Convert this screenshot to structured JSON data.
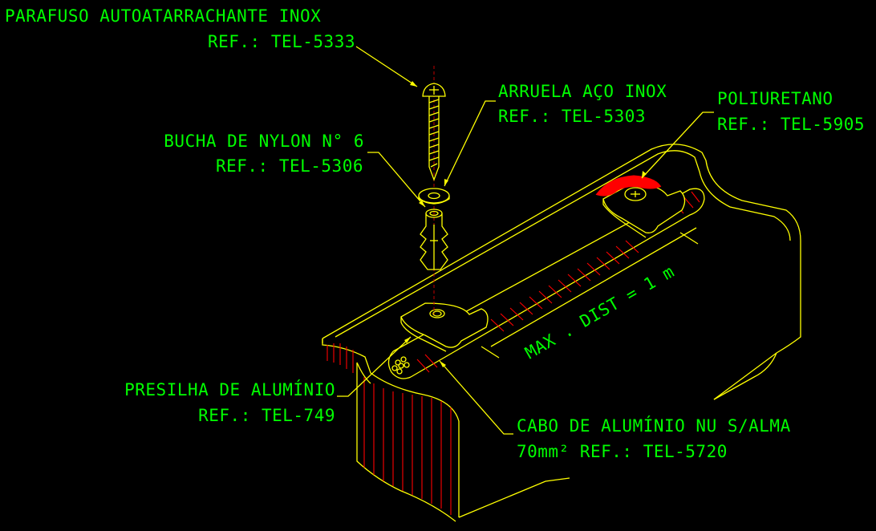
{
  "labels": {
    "screw_name": "PARAFUSO AUTOATARRACHANTE INOX",
    "screw_ref": "REF.: TEL-5333",
    "washer_name": "ARRUELA AÇO INOX",
    "washer_ref": "REF.: TEL-5303",
    "sealant_name": "POLIURETANO",
    "sealant_ref": "REF.: TEL-5905",
    "anchor_name": "BUCHA DE NYLON N° 6",
    "anchor_ref": "REF.: TEL-5306",
    "clip_name": "PRESILHA DE ALUMÍNIO",
    "clip_ref": "REF.: TEL-749",
    "cable_name": "CABO DE ALUMÍNIO NU S/ALMA",
    "cable_ref": "70mm²  REF.: TEL-5720",
    "dimension": "MAX . DIST = 1 m"
  },
  "colors": {
    "text": "#00ff00",
    "lines": "#ffff00",
    "hatch": "#ff0000",
    "background": "#000000"
  }
}
